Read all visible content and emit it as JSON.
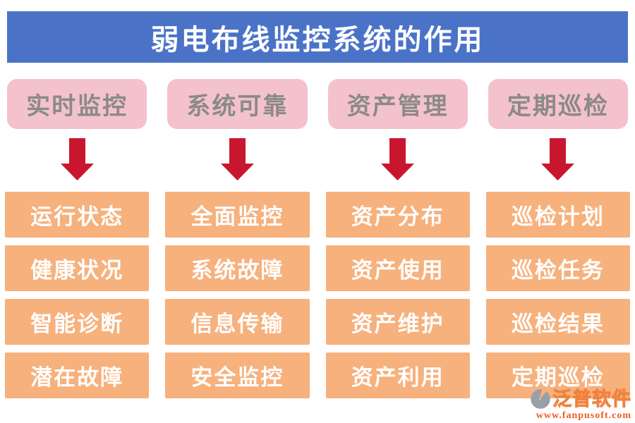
{
  "title": "弱电布线监控系统的作用",
  "columns": [
    {
      "header": "实时监控",
      "items": [
        "运行状态",
        "健康状况",
        "智能诊断",
        "潜在故障"
      ]
    },
    {
      "header": "系统可靠",
      "items": [
        "全面监控",
        "系统故障",
        "信息传输",
        "安全监控"
      ]
    },
    {
      "header": "资产管理",
      "items": [
        "资产分布",
        "资产使用",
        "资产维护",
        "资产利用"
      ]
    },
    {
      "header": "定期巡检",
      "items": [
        "巡检计划",
        "巡检任务",
        "巡检结果",
        "定期巡检"
      ]
    }
  ],
  "watermark": {
    "brand": "泛普软件",
    "url": "www.fanpusoft.com"
  },
  "colors": {
    "title_bar": "#4A73C8",
    "header_bg": "#F4C2CC",
    "header_text": "#8A8A8A",
    "arrow": "#C9162F",
    "item_bg": "#F6B17D",
    "item_text": "#FFFFFF",
    "wm_orange": "#ED5A24",
    "wm_gray": "#999FA8"
  }
}
